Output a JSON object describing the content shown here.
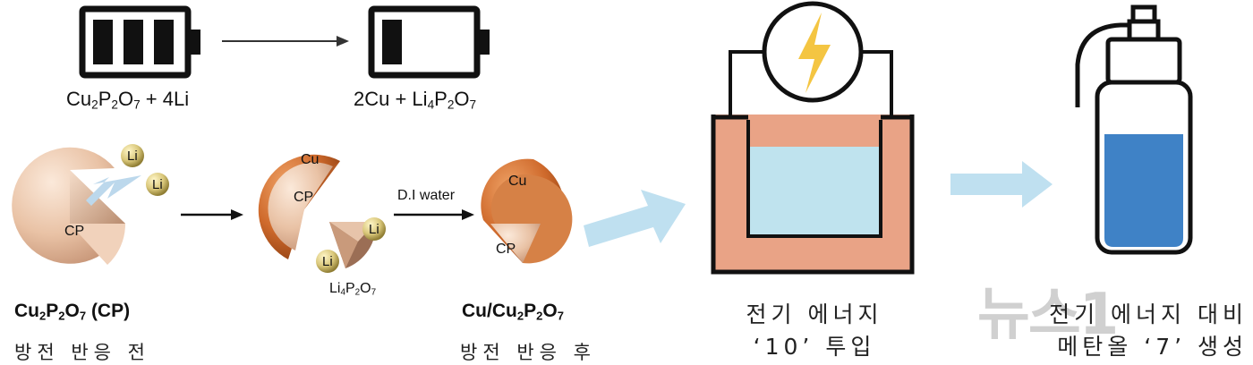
{
  "battery_reaction": {
    "reactant": {
      "cu": "Cu",
      "cu_sub": "2",
      "p": "P",
      "p_sub": "2",
      "o": "O",
      "o_sub": "7",
      "tail": " + 4Li"
    },
    "product": {
      "lead": "2Cu + Li",
      "li_sub": "4",
      "p": "P",
      "p_sub": "2",
      "o": "O",
      "o_sub": "7"
    }
  },
  "particles": {
    "li": "Li",
    "cp": "CP",
    "cu": "Cu",
    "di_water": "D.I water",
    "li4p2o7": {
      "li": "Li",
      "li_sub": "4",
      "p": "P",
      "p_sub": "2",
      "o": "O",
      "o_sub": "7"
    }
  },
  "before": {
    "formula": {
      "cu": "Cu",
      "cu_sub": "2",
      "p": "P",
      "p_sub": "2",
      "o": "O",
      "o_sub": "7",
      "tail": " (CP)"
    },
    "caption": "방전 반응 전"
  },
  "after": {
    "formula": {
      "lead": "Cu/Cu",
      "cu_sub": "2",
      "p": "P",
      "p_sub": "2",
      "o": "O",
      "o_sub": "7"
    },
    "caption": "방전 반응 후"
  },
  "energy": {
    "line1": "전기 에너지",
    "line2": "‘10’ 투입"
  },
  "result": {
    "line1": "전기 에너지 대비",
    "line2": "메탄올 ‘7’ 생성"
  },
  "watermark": "뉴스1",
  "colors": {
    "shell_peach": "#e9c2a5",
    "cu_orange": "#cf6a2c",
    "li_gold": "#d9c77a",
    "arrow_blue": "#bfe0f0",
    "tank_salmon": "#e9a386",
    "water_blue": "#bfe3ee",
    "bottle_blue": "#3f82c6",
    "bolt_yellow": "#f4c542"
  }
}
